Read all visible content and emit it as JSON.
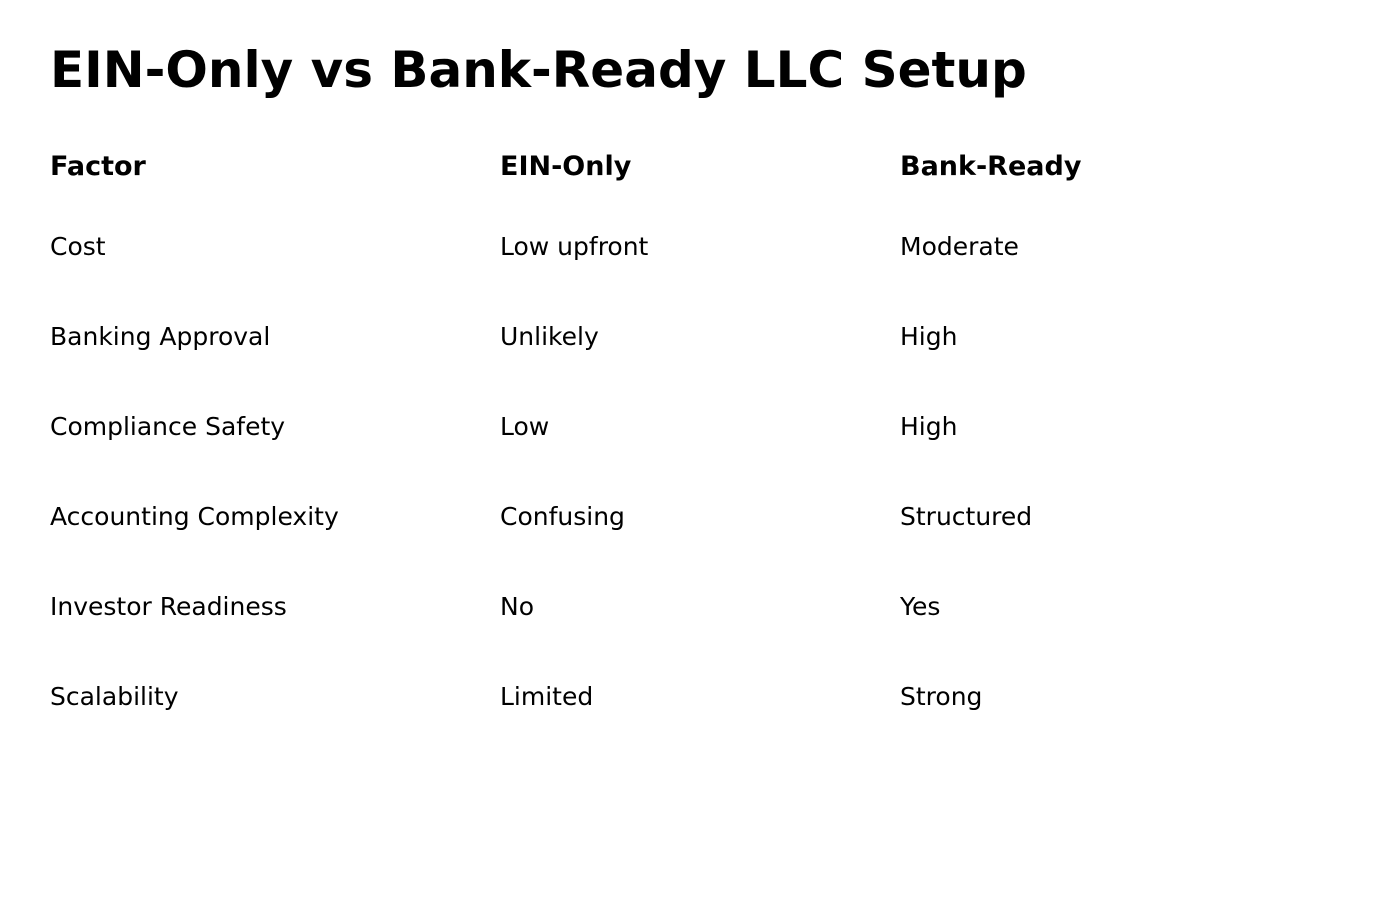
{
  "page": {
    "title": "EIN-Only vs Bank-Ready LLC Setup"
  },
  "table": {
    "headers": {
      "factor": "Factor",
      "ein_only": "EIN-Only",
      "bank_ready": "Bank-Ready"
    },
    "rows": [
      {
        "factor": "Cost",
        "ein_only": "Low upfront",
        "bank_ready": "Moderate"
      },
      {
        "factor": "Banking Approval",
        "ein_only": "Unlikely",
        "bank_ready": "High"
      },
      {
        "factor": "Compliance Safety",
        "ein_only": "Low",
        "bank_ready": "High"
      },
      {
        "factor": "Accounting Complexity",
        "ein_only": "Confusing",
        "bank_ready": "Structured"
      },
      {
        "factor": "Investor Readiness",
        "ein_only": "No",
        "bank_ready": "Yes"
      },
      {
        "factor": "Scalability",
        "ein_only": "Limited",
        "bank_ready": "Strong"
      }
    ]
  }
}
